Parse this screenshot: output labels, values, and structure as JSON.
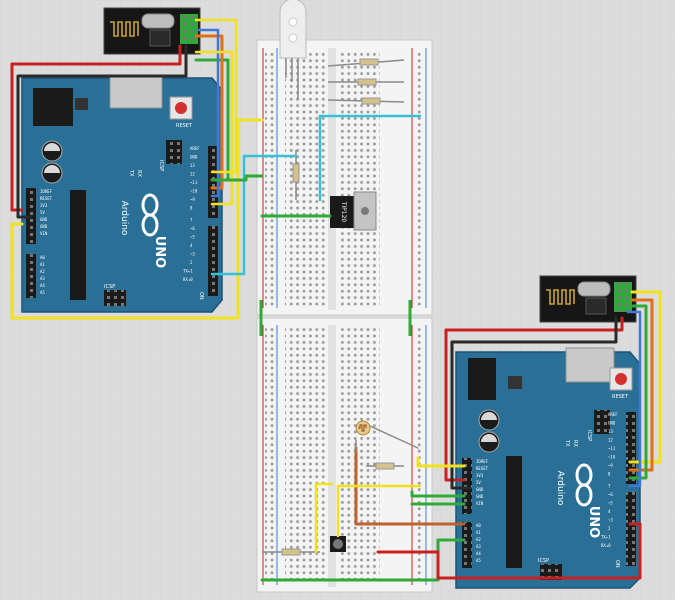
{
  "boards": {
    "left": {
      "reset_label": "RESET",
      "icsp_label": "ICSP",
      "tx_label": "TX",
      "rx_label": "RX",
      "brand": "Arduino",
      "model": "UNO",
      "on_label": "ON",
      "power_pins": [
        "IOREF",
        "RESET",
        "3V3",
        "5V",
        "GND",
        "GND",
        "VIN"
      ],
      "analog_pins": [
        "A0",
        "A1",
        "A2",
        "A3",
        "A4",
        "A5"
      ],
      "digital_pins": [
        "AREF",
        "GND",
        "13",
        "12",
        "~11",
        "~10",
        "~9",
        "8",
        "7",
        "~6",
        "~5",
        "4",
        "~3",
        "2",
        "TX▸1",
        "RX◂0"
      ]
    },
    "right": {
      "reset_label": "RESET",
      "icsp_label": "ICSP",
      "tx_label": "TX",
      "rx_label": "RX",
      "brand": "Arduino",
      "model": "UNO",
      "on_label": "ON",
      "power_pins": [
        "IOREF",
        "RESET",
        "3V3",
        "5V",
        "GND",
        "GND",
        "VIN"
      ],
      "analog_pins": [
        "A0",
        "A1",
        "A2",
        "A3",
        "A4",
        "A5"
      ],
      "digital_pins": [
        "AREF",
        "GND",
        "13",
        "12",
        "~11",
        "~10",
        "~9",
        "8",
        "7",
        "~6",
        "~5",
        "4",
        "~3",
        "2",
        "TX▸1",
        "RX◂0"
      ]
    }
  },
  "transistor": {
    "label": "TIP120"
  },
  "colors": {
    "background": "#dcdcdc",
    "grid": "#cfcfcf",
    "board": "#2a6f96",
    "board_edge": "#1c5476",
    "breadboard": "#f4f4f4",
    "wire_red": "#cc2020",
    "wire_black": "#2a2a2a",
    "wire_yellow": "#f2e21b",
    "wire_green": "#2faa3a",
    "wire_orange": "#e0701e",
    "wire_blue": "#3f78d8",
    "wire_cyan": "#35c2d6",
    "wire_grey": "#8a8a8a",
    "wire_brown": "#c0602a"
  }
}
